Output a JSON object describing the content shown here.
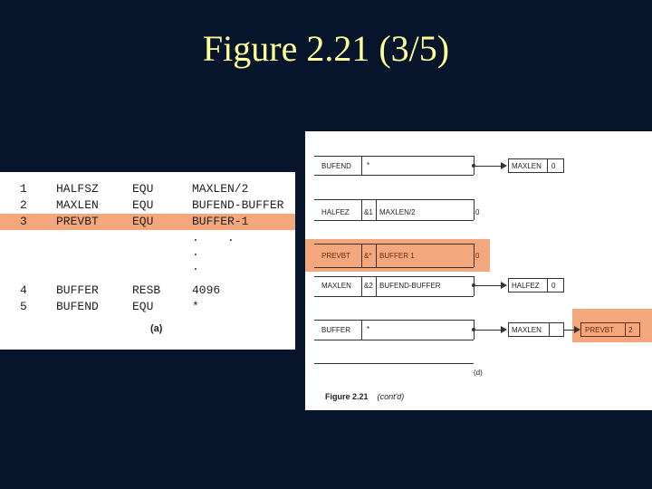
{
  "title": "Figure 2.21 (3/5)",
  "panel_a": {
    "rows": [
      {
        "num": "1",
        "label": "HALFSZ",
        "op": "EQU",
        "operand": "MAXLEN/2"
      },
      {
        "num": "2",
        "label": "MAXLEN",
        "op": "EQU",
        "operand": "BUFEND-BUFFER"
      },
      {
        "num": "3",
        "label": "PREVBT",
        "op": "EQU",
        "operand": "BUFFER-1"
      },
      {
        "num": "",
        "label": "",
        "op": "",
        "operand": ".    ."
      },
      {
        "num": "",
        "label": "",
        "op": "",
        "operand": "."
      },
      {
        "num": "",
        "label": "",
        "op": "",
        "operand": "."
      },
      {
        "num": "4",
        "label": "BUFFER",
        "op": "RESB",
        "operand": "4096"
      },
      {
        "num": "5",
        "label": "BUFEND",
        "op": "EQU",
        "operand": "*"
      }
    ],
    "caption": "(a)"
  },
  "panel_d": {
    "entries": [
      {
        "symbol": "BUFEND",
        "flag": "*",
        "expr": "",
        "ptr": "",
        "node": {
          "label": "MAXLEN",
          "val": "0"
        }
      },
      {
        "symbol": "HALFEZ",
        "flag": "&1",
        "expr": "MAXLEN/2",
        "ptr": "0",
        "node": null
      },
      {
        "symbol": "PREVBT",
        "flag": "&*",
        "expr": "BUFFER 1",
        "ptr": "0",
        "node": null
      },
      {
        "symbol": "MAXLEN",
        "flag": "&2",
        "expr": "BUFEND-BUFFER",
        "ptr": "",
        "node": {
          "label": "HALFEZ",
          "val": "0"
        }
      },
      {
        "symbol": "BUFFER",
        "flag": "*",
        "expr": "",
        "ptr": "",
        "node": {
          "label": "MAXLEN",
          "val": ""
        },
        "node2": {
          "label": "PREVBT",
          "val": "2"
        }
      }
    ],
    "sub_caption": "(d)",
    "figure_label": "Figure 2.21",
    "figure_note": "(cont'd)"
  },
  "colors": {
    "background": "#06142c",
    "title": "#ffff99",
    "highlight": "#f4a77c"
  }
}
